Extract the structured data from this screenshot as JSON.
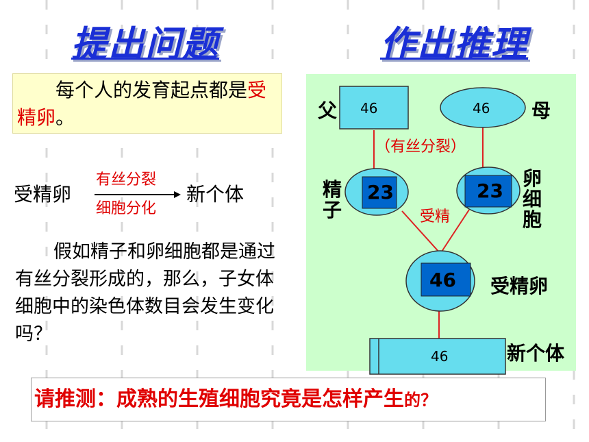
{
  "headings": {
    "left": "提出问题",
    "right": "作出推理"
  },
  "question_box": {
    "line_prefix": "每个人的发育起点都是",
    "highlight": "受精卵",
    "suffix": "。"
  },
  "flow": {
    "from": "受精卵",
    "to": "新个体",
    "above_arrow": "有丝分裂",
    "below_arrow": "细胞分化"
  },
  "paragraph": "假如精子和卵细胞都是通过有丝分裂形成的，那么，子女体细胞中的染色体数目会发生变化吗？",
  "diagram": {
    "father_label": "父",
    "mother_label": "母",
    "father_value": "46",
    "mother_value": "46",
    "mitosis_label": "（有丝分裂）",
    "sperm_label": "精子",
    "egg_label": "卵细胞",
    "sperm_value": "23",
    "egg_value": "23",
    "fertilization_label": "受精",
    "zygote_value": "46",
    "zygote_label": "受精卵",
    "new_individual_value": "46",
    "new_individual_label": "新个体"
  },
  "bottom_question": {
    "main": "请推测：成熟的生殖细胞究竟是怎样产生",
    "tail": "的？"
  },
  "colors": {
    "heading": "#1a2fd6",
    "red": "#e00000",
    "panel": "#ccffcc",
    "cell": "#66ddee",
    "chromosome": "#0066cc"
  }
}
